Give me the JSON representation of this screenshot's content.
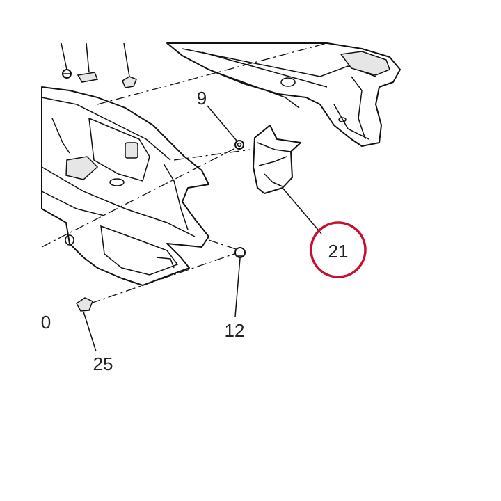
{
  "diagram": {
    "callouts": [
      {
        "id": "c9",
        "label": "9"
      },
      {
        "id": "c21",
        "label": "21",
        "highlighted": true
      },
      {
        "id": "c12",
        "label": "12"
      },
      {
        "id": "c25",
        "label": "25"
      },
      {
        "id": "c0",
        "label": "0"
      }
    ],
    "colors": {
      "line": "#111111",
      "highlight_ring": "#c8102e",
      "background": "#ffffff"
    }
  }
}
